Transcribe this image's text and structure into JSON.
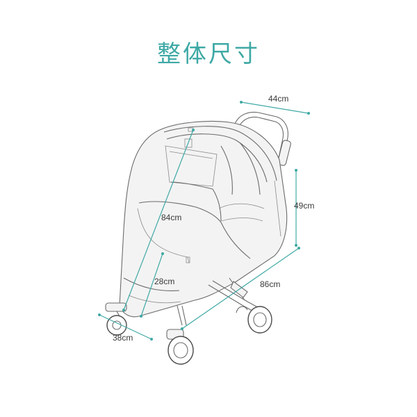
{
  "title": "整体尺寸",
  "dimensions": {
    "width_top": "44cm",
    "height_side": "49cm",
    "diagonal_front": "84cm",
    "length_bottom": "86cm",
    "lower_front": "28cm",
    "base_width": "38cm"
  },
  "colors": {
    "accent": "#3fa9a5",
    "line": "#6b6b6b",
    "text": "#3a3a3a"
  }
}
